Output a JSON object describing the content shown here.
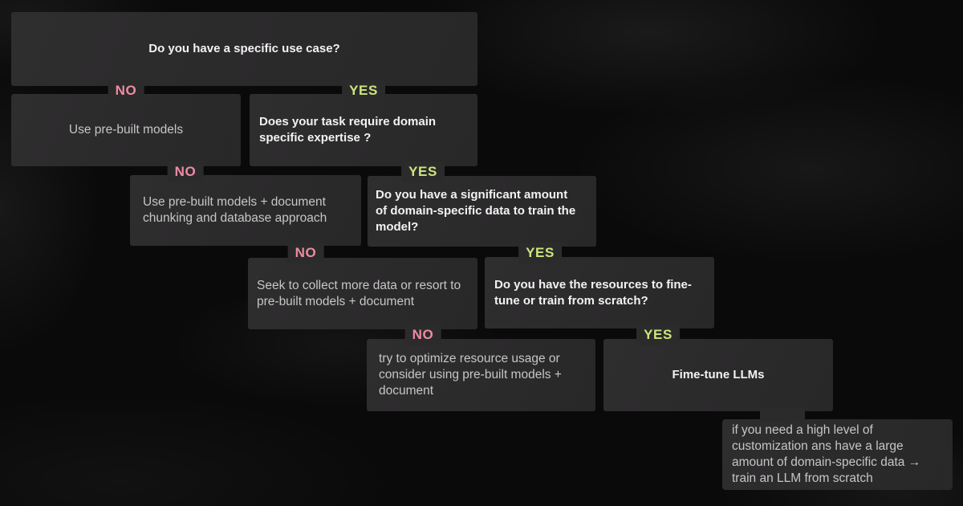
{
  "diagram": {
    "title": "LLM selection decision tree",
    "palette": {
      "page_bg": "#0a0a0a",
      "box_bg": "#2c2b2c",
      "no_label": "#ef8ba3",
      "yes_label": "#cbe77d",
      "question_text": "#f2f2f2",
      "answer_text": "#c6c6c6"
    },
    "labels": {
      "no": "NO",
      "yes": "YES"
    },
    "nodes": {
      "q_use_case": {
        "type": "question",
        "text": "Do you have a specific use case?"
      },
      "a_prebuilt": {
        "type": "answer",
        "text": "Use pre-built models"
      },
      "q_domain_expertise": {
        "type": "question",
        "text": "Does your task require domain specific expertise ?"
      },
      "a_chunking": {
        "type": "answer",
        "text": "Use pre-built models + document chunking and database approach"
      },
      "q_domain_data": {
        "type": "question",
        "text": "Do you have a significant amount of domain-specific data to train the model?"
      },
      "a_collect_more": {
        "type": "answer",
        "text": "Seek to collect more data or resort to pre-built models + document"
      },
      "q_resources": {
        "type": "question",
        "text": "Do you have the resources to fine-tune or train from scratch?"
      },
      "a_optimize": {
        "type": "answer",
        "text": "try to optimize resource usage or consider using pre-built models + document"
      },
      "a_finetune": {
        "type": "result",
        "text": "Fime-tune LLMs"
      },
      "a_scratch_note": {
        "type": "answer",
        "text": "if you need a high level of customization ans have a large amount of domain-specific data → train an LLM from scratch"
      }
    }
  }
}
